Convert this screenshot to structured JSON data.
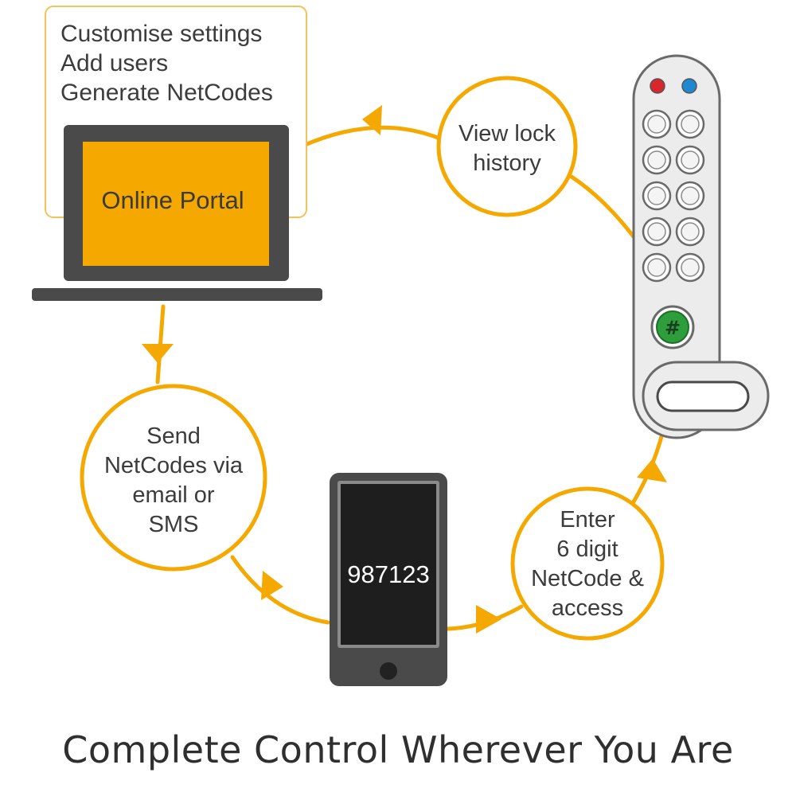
{
  "colors": {
    "accent": "#f5a800",
    "device_dark": "#4a4a4a",
    "screen_orange": "#f5a800",
    "screen_dark": "#1e1e1e",
    "lock_body": "#ebebeb",
    "led_red": "#d8262c",
    "led_blue": "#1e88d0",
    "hash_button": "#2e9e3c"
  },
  "settings_box": {
    "lines": [
      "Customise settings",
      "Add users",
      "Generate NetCodes"
    ]
  },
  "laptop": {
    "screen_label": "Online Portal"
  },
  "steps": {
    "view_history": [
      "View lock",
      "history"
    ],
    "send_codes": [
      "Send",
      "NetCodes via",
      "email or",
      "SMS"
    ],
    "enter_code": [
      "Enter",
      "6 digit",
      "NetCode &",
      "access"
    ]
  },
  "phone": {
    "code": "987123"
  },
  "lock": {
    "hash_symbol": "#",
    "led_colors": [
      "red",
      "blue"
    ],
    "keypad_rows": 5,
    "keypad_cols": 2
  },
  "icons": {
    "laptop": "laptop-icon",
    "phone": "smartphone-icon",
    "lock": "keypad-lock-icon",
    "arrow": "flow-arrow-icon"
  },
  "title": "Complete Control Wherever You Are"
}
